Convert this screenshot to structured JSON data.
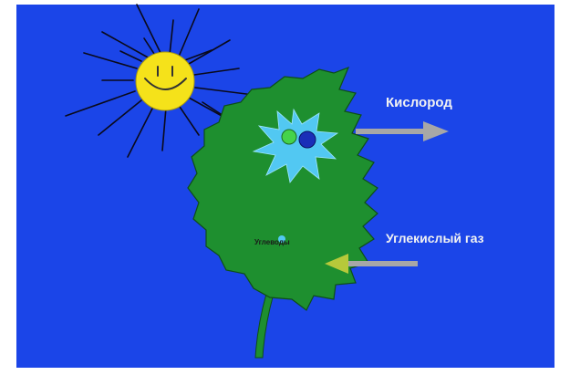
{
  "labels": {
    "oxygen": "Кислород",
    "carbon_dioxide": "Углекислый газ",
    "carbohydrates": "Углеводы"
  },
  "colors": {
    "background": "#1b45e8",
    "sun": "#f5e21a",
    "leaf": "#1e8f2f",
    "leaf_edge": "#0e4e17",
    "burst": "#52c8f2",
    "oxygen_arrow": "#a7a7a7",
    "co2_arrow": "#a7a7a7",
    "co2_arrow_head": "#b6c93a",
    "molecule_green": "#45d34a",
    "molecule_blue": "#1a2fb8",
    "text": "#f2f2f2"
  },
  "icons": {
    "sun": "smiling-sun-icon",
    "leaf": "leaf-icon",
    "burst": "starburst-icon"
  }
}
